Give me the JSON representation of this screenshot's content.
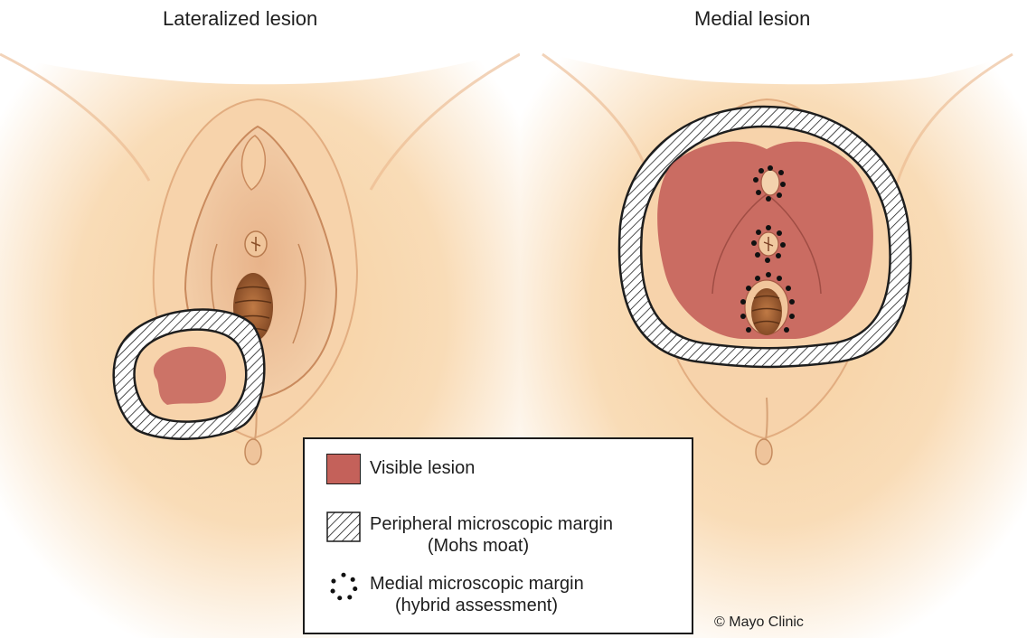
{
  "panels": {
    "left_title": "Lateralized lesion",
    "right_title": "Medial lesion"
  },
  "legend": {
    "items": [
      {
        "label": "Visible lesion",
        "symbol": "solid-fill"
      },
      {
        "label_line1": "Peripheral microscopic margin",
        "label_line2": "(Mohs moat)",
        "symbol": "hatched-fill"
      },
      {
        "label_line1": "Medial microscopic margin",
        "label_line2": "(hybrid assessment)",
        "symbol": "dot-ring"
      }
    ]
  },
  "copyright": "© Mayo Clinic",
  "colors": {
    "skin_light": "#fbe3c6",
    "skin_mid": "#f2c597",
    "skin_shadow": "#d99e6c",
    "lesion": "#c4615a",
    "hatch": "#1e1e1e"
  }
}
